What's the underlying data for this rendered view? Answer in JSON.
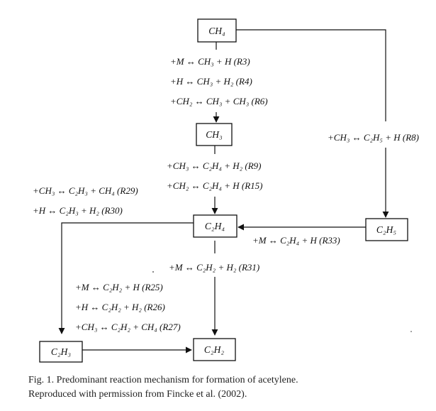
{
  "nodes": {
    "ch4": "CH₄",
    "ch3": "CH₃",
    "c2h4": "C₂H₄",
    "c2h5": "C₂H₅",
    "c2h3": "C₂H₃",
    "c2h2": "C₂H₂"
  },
  "reactions": {
    "ch4_to_ch3": [
      "+M ↔ CH₃ + H  (R3)",
      "+H ↔ CH₃ + H₂  (R4)",
      "+CH₂ ↔ CH₃ + CH₃  (R6)"
    ],
    "ch4_to_c2h5": [
      "+CH₃ ↔ C₂H₅ + H  (R8)"
    ],
    "ch3_to_c2h4": [
      "+CH₃ ↔ C₂H₄ + H₂  (R9)",
      "+CH₂ ↔ C₂H₄ + H  (R15)"
    ],
    "c2h3_to_c2h4": [
      "+CH₃ ↔ C₂H₃ + CH₄  (R29)",
      "+H ↔ C₂H₃ + H₂  (R30)"
    ],
    "c2h5_to_c2h4": [
      "+M ↔ C₂H₄ + H  (R33)"
    ],
    "c2h4_to_c2h2": [
      "+M ↔ C₂H₂ + H₂  (R31)"
    ],
    "c2h3_to_c2h2": [
      "+M ↔ C₂H₂ + H  (R25)",
      "+H ↔ C₂H₂ + H₂  (R26)",
      "+CH₃ ↔ C₂H₂ + CH₄  (R27)"
    ]
  },
  "caption": {
    "line1": "Fig. 1. Predominant reaction mechanism for formation of acetylene.",
    "line2": "Reproduced with permission from Fincke et al. (2002)."
  }
}
